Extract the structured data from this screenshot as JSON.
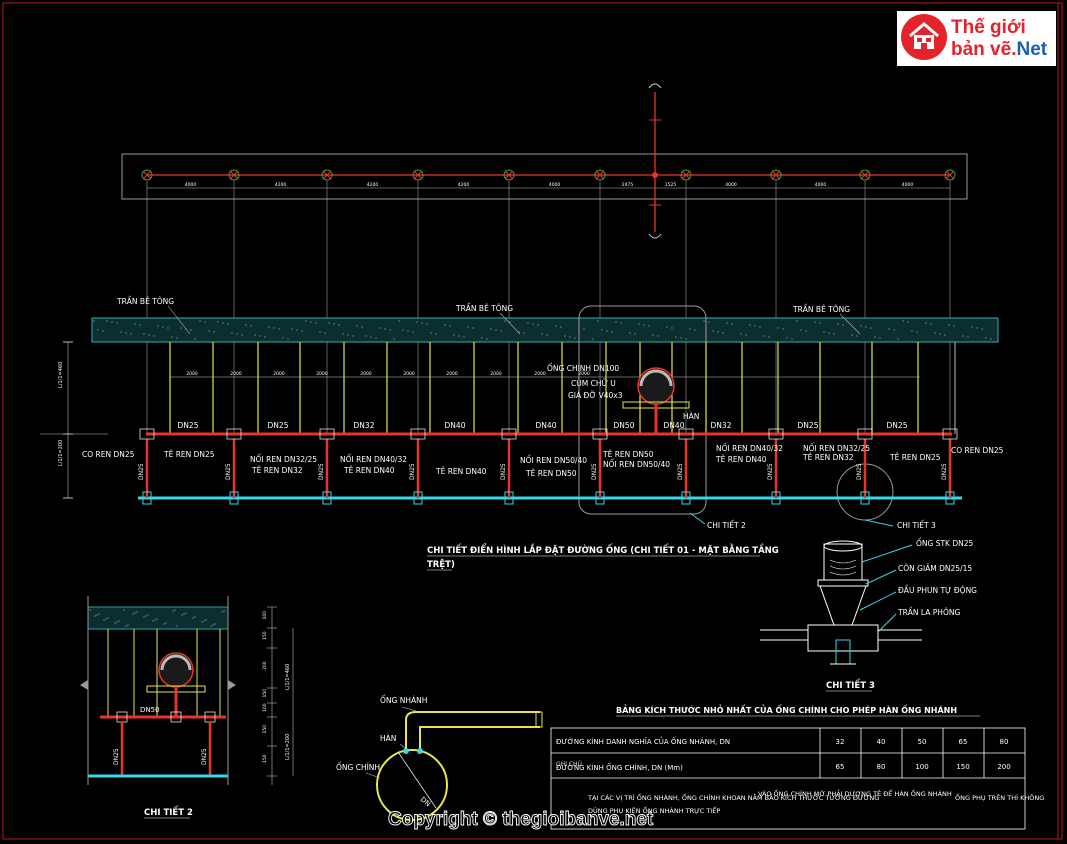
{
  "logo": {
    "line1": "Thế giới",
    "line2a": "bản vẽ.",
    "line2b": "Net"
  },
  "copyright": "Copyright © thegioibanve.net",
  "plan": {
    "dims": [
      "4000",
      "4200",
      "4200",
      "4200",
      "4000",
      "2475",
      "1525",
      "4000",
      "4000",
      "4000"
    ],
    "ceiling_labels": [
      "TRẦN BÊ TÔNG",
      "TRẦN BÊ TÔNG",
      "TRẦN BÊ TÔNG"
    ],
    "hanger_dims": [
      "2000",
      "2000",
      "2000",
      "2000",
      "2000",
      "2000",
      "2000",
      "2000",
      "2000",
      "2000"
    ],
    "pipe_sizes": [
      "DN25",
      "DN25",
      "DN32",
      "DN40",
      "DN40",
      "DN50",
      "DN40",
      "DN32",
      "DN25",
      "DN25"
    ],
    "drop_label": "DN25",
    "main_pipe": "ỐNG CHÍNH DN100",
    "clamp": "CÙM CHỮ U",
    "bracket": "GIÁ ĐỠ V40x3",
    "weld": "HÀN",
    "co_left": "CO REN DN25",
    "co_right": "CO REN DN25",
    "fit1": "TÊ REN DN25",
    "fit2a": "NỐI REN DN32/25",
    "fit2b": "TÊ REN DN32",
    "fit3a": "NỐI REN DN40/32",
    "fit3b": "TÊ REN DN40",
    "fit4": "TÊ REN DN40",
    "fit5a": "NỐI REN DN50/40",
    "fit5b": "TÊ REN DN50",
    "fit6a": "TÊ REN DN50",
    "fit6b": "NỐI REN DN50/40",
    "fit7a": "NỐI REN DN40/32",
    "fit7b": "TÊ REN DN40",
    "fit8a": "NỐI REN DN32/25",
    "fit8b": "TÊ REN DN32",
    "fit9": "TÊ REN DN25",
    "detail2_ref": "CHI TIẾT 2",
    "detail3_ref": "CHI TIẾT 3",
    "title_line1": "CHI TIẾT ĐIỂN HÌNH LẮP ĐẶT ĐƯỜNG ỐNG (CHI TIẾT 01 - MẶT BẰNG TẦNG",
    "title_line2": "TRỆT)",
    "side_dim_top": "L/1/1=460",
    "side_dim_bot": "L/1/1=200"
  },
  "detail2": {
    "title": "CHI TIẾT 2",
    "pipe": "DN50",
    "drop1": "DN25",
    "drop2": "DN25",
    "dims": [
      "100",
      "150",
      "200",
      "150",
      "100",
      "150",
      "150"
    ],
    "tot_top": "L/1/1=460",
    "tot_bot": "L/1/1=200"
  },
  "detail3": {
    "title": "CHI TIẾT 3",
    "l1": "ỐNG STK DN25",
    "l2": "CÔN GIẢM DN25/15",
    "l3": "ĐẦU PHUN TỰ ĐỘNG",
    "l4": "TRẦN LA PHÔNG"
  },
  "weld_detail": {
    "branch": "ỐNG NHÁNH",
    "weld": "HÀN",
    "main": "ỐNG CHÍNH",
    "dn": "DN"
  },
  "table": {
    "title": "BẢNG KÍCH THƯỚC NHỎ NHẤT CỦA ỐNG CHÍNH CHO PHÉP HÀN ỐNG NHÁNH",
    "row1_label": "ĐƯỜNG KÍNH DANH NGHĨA CỦA ỐNG NHÁNH, DN",
    "row1": [
      "32",
      "40",
      "50",
      "65",
      "80"
    ],
    "row2_label": "ĐƯỜNG KÍNH ỐNG CHÍNH, DN (Mm)",
    "row2_extra": "GHI CHÚ",
    "row2": [
      "65",
      "80",
      "100",
      "150",
      "200"
    ],
    "note1": "TẠI CÁC VỊ TRÍ ỐNG NHÁNH, ỐNG CHÍNH KHOAN NẰM BẢO KÍCH THƯỚC TƯƠNG ĐƯƠNG",
    "note2": "VÀO ỐNG CHÍNH MỚ PHẢI DƯƠNG TÊ ĐỂ HÀN ỐNG NHÁNH",
    "note3": "ỐNG PHỤ TRÊN THÌ KHÔNG",
    "note4": "DÙNG PHỤ KIỆN ỐNG NHÁNH TRỰC TIẾP"
  },
  "colors": {
    "pipe": "#e8352a",
    "hanger": "#e6e64a",
    "cyan": "#38d6e6",
    "ceiling": "#1f8f8f",
    "white": "#ffffff",
    "red": "#c01818"
  }
}
